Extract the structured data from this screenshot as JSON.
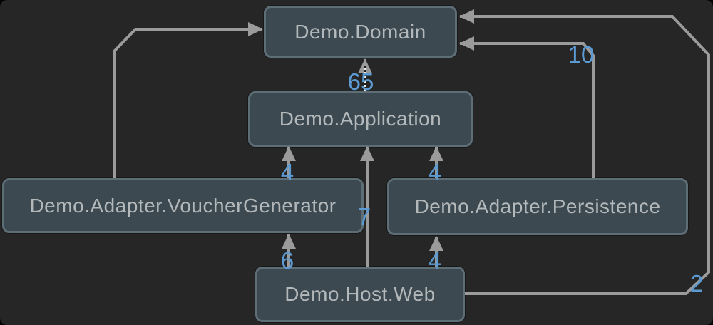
{
  "colors": {
    "background": "#262626",
    "node_fill": "#3c4950",
    "node_border": "#5d6e76",
    "node_text": "#b3b9bb",
    "edge_line": "#9b9b9b",
    "edge_count_label": "#5b9ad2"
  },
  "graph": {
    "nodes": [
      {
        "id": "domain",
        "label": "Demo.Domain"
      },
      {
        "id": "application",
        "label": "Demo.Application"
      },
      {
        "id": "voucher-generator",
        "label": "Demo.Adapter.VoucherGenerator"
      },
      {
        "id": "persistence",
        "label": "Demo.Adapter.Persistence"
      },
      {
        "id": "host-web",
        "label": "Demo.Host.Web"
      }
    ],
    "edges": [
      {
        "from": "Demo.Application",
        "to": "Demo.Domain",
        "count": "65",
        "style": "highlighted-dashed"
      },
      {
        "from": "Demo.Adapter.VoucherGenerator",
        "to": "Demo.Domain",
        "count": ""
      },
      {
        "from": "Demo.Adapter.Persistence",
        "to": "Demo.Domain",
        "count": "10"
      },
      {
        "from": "Demo.Host.Web",
        "to": "Demo.Domain",
        "count": "2"
      },
      {
        "from": "Demo.Adapter.VoucherGenerator",
        "to": "Demo.Application",
        "count": "4"
      },
      {
        "from": "Demo.Host.Web",
        "to": "Demo.Application",
        "count": "7"
      },
      {
        "from": "Demo.Adapter.Persistence",
        "to": "Demo.Application",
        "count": "4"
      },
      {
        "from": "Demo.Host.Web",
        "to": "Demo.Adapter.VoucherGenerator",
        "count": "6"
      },
      {
        "from": "Demo.Host.Web",
        "to": "Demo.Adapter.Persistence",
        "count": "4"
      }
    ]
  }
}
